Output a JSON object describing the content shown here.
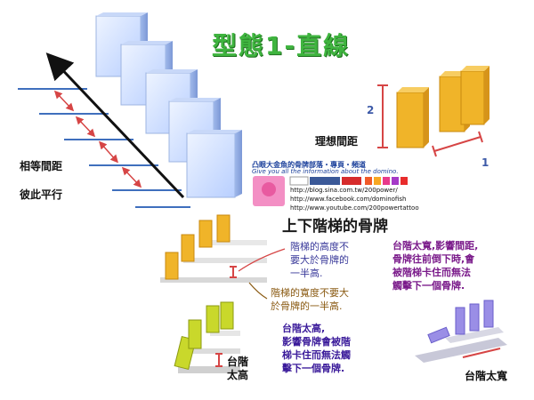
{
  "title": "型態1-直線",
  "labels": {
    "ideal_spacing": "理想間距",
    "equal_spacing": "相等間距",
    "parallel": "彼此平行",
    "num_2": "2",
    "num_1": "1",
    "stairs_title": "上下階梯的骨牌",
    "step_tall": "台階\n太高",
    "step_wide": "台階太寬"
  },
  "banner": {
    "heading": "凸眼大金魚的骨牌部落・專頁・頻道",
    "subheading": "Give you all the information about the domino.",
    "logos": [
      "sina",
      "facebook",
      "YouTube"
    ],
    "urls": [
      "http://blog.sina.com.tw/200power/",
      "http://www.facebook.com/dominofish",
      "http://www.youtube.com/200powertattoo"
    ]
  },
  "notes": {
    "height_rule": "階梯的高度不\n要大於骨牌的\n一半高.",
    "width_rule": "階梯的寬度不要大\n於骨牌的一半高.",
    "too_wide": "台階太寬,影響間距,\n骨牌往前倒下時,會\n被階梯卡住而無法\n觸擊下一個骨牌.",
    "too_tall": "台階太高,\n影響骨牌會被階\n梯卡住而無法觸\n擊下一個骨牌."
  },
  "colors": {
    "title_green": "#3fb43f",
    "block_blue": "#d6e6ff",
    "domino_orange": "#f0b429",
    "domino_yellow": "#c9d82b",
    "domino_purple": "#9a8ee6",
    "arrow_red": "#d64545"
  }
}
